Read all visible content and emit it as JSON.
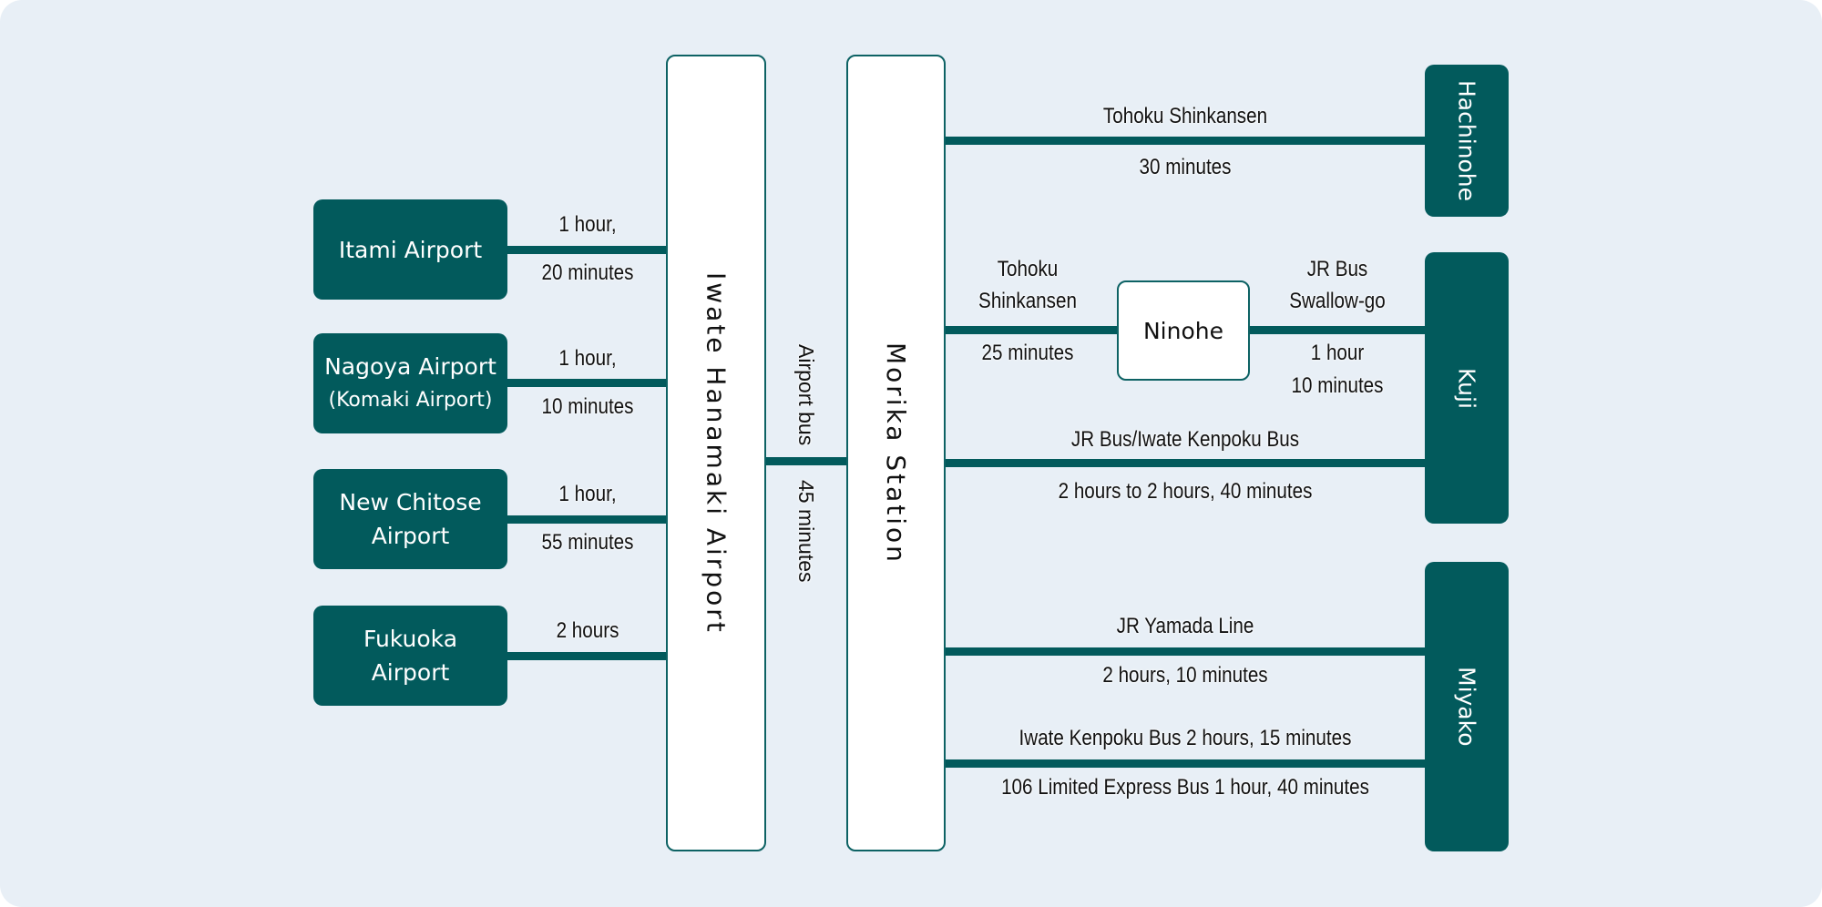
{
  "origins": [
    {
      "name": "Itami Airport",
      "time_top": "1 hour,",
      "time_bottom": "20 minutes"
    },
    {
      "name": "Nagoya Airport",
      "sub": "(Komaki Airport)",
      "time_top": "1 hour,",
      "time_bottom": "10 minutes"
    },
    {
      "name": "New Chitose",
      "name2": "Airport",
      "time_top": "1 hour,",
      "time_bottom": "55 minutes"
    },
    {
      "name": "Fukuoka",
      "name2": "Airport",
      "time_top": "2 hours"
    }
  ],
  "hubs": {
    "airport": "Iwate Hanamaki Airport",
    "station": "Morika Station"
  },
  "transfer": {
    "mode": "Airport bus",
    "time": "45 minutes"
  },
  "ninohe": {
    "name": "Ninohe",
    "left_top1": "Tohoku",
    "left_top2": "Shinkansen",
    "left_bottom": "25 minutes",
    "right_top1": "JR Bus",
    "right_top2": "Swallow-go",
    "right_bottom1": "1 hour",
    "right_bottom2": "10 minutes"
  },
  "destinations": {
    "hachinohe": {
      "name": "Hachinohe",
      "route": "Tohoku Shinkansen",
      "time": "30 minutes"
    },
    "kuji": {
      "name": "Kuji",
      "route": "JR Bus/Iwate Kenpoku Bus",
      "time": "2 hours to 2 hours, 40 minutes"
    },
    "miyako": {
      "name": "Miyako",
      "route1": "JR Yamada Line",
      "time1": "2 hours, 10 minutes",
      "route2": "Iwate Kenpoku Bus 2 hours, 15 minutes",
      "route3": "106 Limited Express Bus 1 hour, 40 minutes"
    }
  },
  "colors": {
    "primary": "#025a5c",
    "background": "#e8eff6"
  }
}
